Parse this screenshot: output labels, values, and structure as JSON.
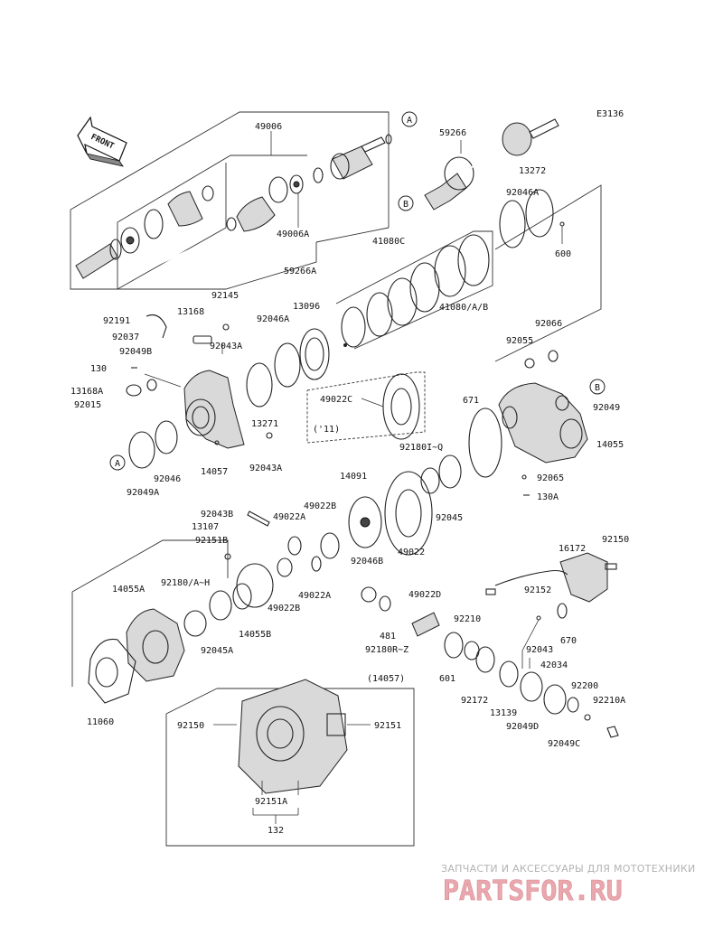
{
  "diagram_code": "E3136",
  "front_label": "FRONT",
  "callouts": {
    "A": "A",
    "B": "B"
  },
  "labels": {
    "p49006": "49006",
    "p59266": "59266",
    "p13272": "13272",
    "p92046A_top": "92046A",
    "p600": "600",
    "p49006A": "49006A",
    "p59266A": "59266A",
    "p41080C": "41080C",
    "p41080AB": "41080/A/B",
    "p92145": "92145",
    "p13096": "13096",
    "p13168": "13168",
    "p92046A_mid": "92046A",
    "p92191": "92191",
    "p92037": "92037",
    "p92043A_top": "92043A",
    "p92049B": "92049B",
    "p130": "130",
    "p13168A": "13168A",
    "p92015": "92015",
    "p92066": "92066",
    "p92055": "92055",
    "p49022C": "49022C",
    "p11_note": "('11)",
    "p671": "671",
    "p92049": "92049",
    "p14055": "14055",
    "p13271": "13271",
    "p92180": "92180I~Q",
    "p92049A": "92049A",
    "p92046": "92046",
    "p14057": "14057",
    "p92043A_low": "92043A",
    "p92065": "92065",
    "p130A": "130A",
    "p14091": "14091",
    "p92043B": "92043B",
    "p49022B_top": "49022B",
    "p13107": "13107",
    "p49022A_top": "49022A",
    "p92045": "92045",
    "p92151B": "92151B",
    "p49022": "49022",
    "p16172": "16172",
    "p92150_r": "92150",
    "p92046B": "92046B",
    "p14055A": "14055A",
    "p92180AH": "92180/A~H",
    "p49022A_low": "49022A",
    "p49022D": "49022D",
    "p92152": "92152",
    "p49022B_low": "49022B",
    "p14055B": "14055B",
    "p92045A": "92045A",
    "p481": "481",
    "p92180RZ": "92180R~Z",
    "p92210": "92210",
    "p670": "670",
    "p92043": "92043",
    "p601": "601",
    "p42034": "42034",
    "p92172": "92172",
    "p13139": "13139",
    "p92200": "92200",
    "p92210A": "92210A",
    "p92049D": "92049D",
    "p92049C": "92049C",
    "p11060": "11060",
    "inset_title": "(14057)",
    "p92150_inset": "92150",
    "p92151_inset": "92151",
    "p92151A": "92151A",
    "p132": "132"
  },
  "watermark": {
    "tagline": "ЗАПЧАСТИ И АКСЕССУАРЫ ДЛЯ МОТОТЕХНИКИ",
    "brand": "PARTSFOR.RU"
  },
  "colors": {
    "line": "#222222",
    "watermark_text": "#b3b3b3",
    "watermark_brand": "#e9a8ae"
  }
}
